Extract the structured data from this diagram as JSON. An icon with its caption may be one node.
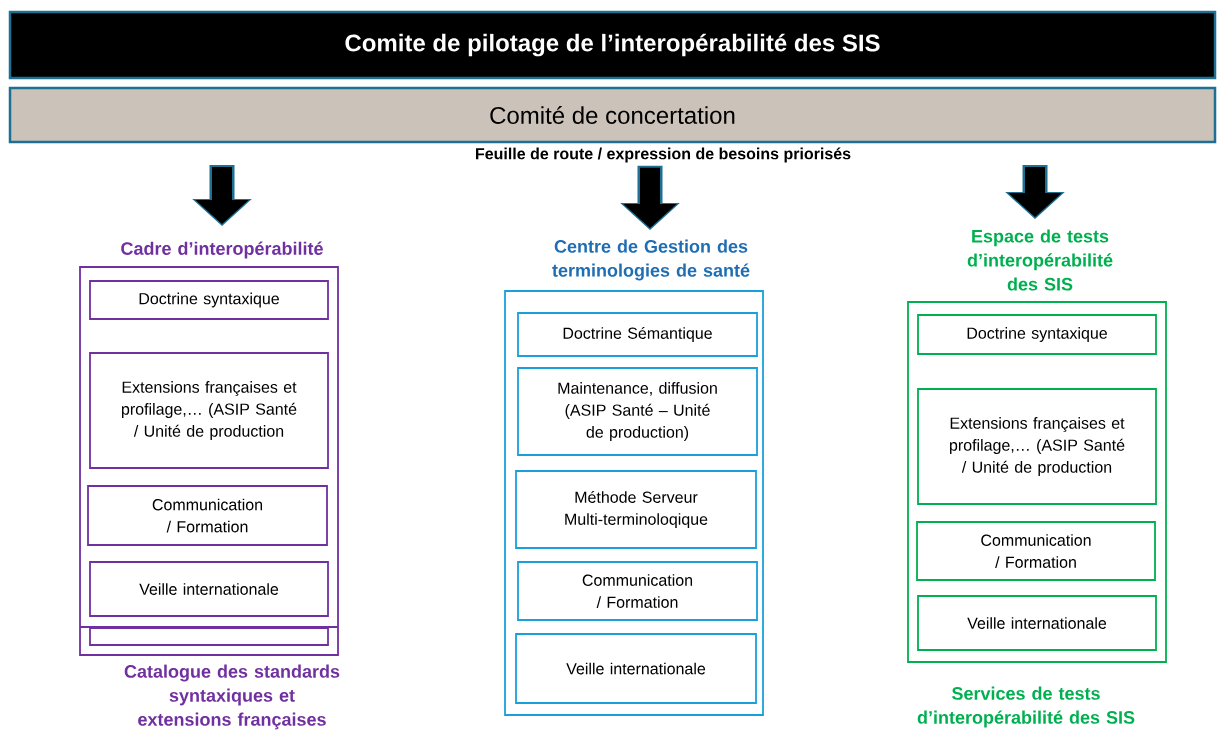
{
  "diagram": {
    "nodes": [
      {
        "text": [
          "Comite de pilotage de l’interopérabilité des SIS"
        ]
      },
      {
        "text": [
          "Comité de concertation"
        ]
      },
      {
        "text": [
          "Feuille de route / expression de besoins priorisés"
        ]
      },
      {
        "text": [
          "Cadre d’interopérabilité"
        ],
        "beside": [
          "Catalogue des standards syntaxiques et extensions françaises"
        ]
      },
      {
        "text": [
          "Doctrine syntaxique"
        ],
        "in": 3
      },
      {
        "text": [
          "Extensions françaises et profilage,… (ASIP Santé / Unité de production"
        ],
        "in": 3
      },
      {
        "text": [
          "Communication / Formation"
        ],
        "in": 3
      },
      {
        "text": [
          "Veille internationale"
        ],
        "in": 3
      },
      {
        "text": [],
        "shape": "box",
        "in": 3
      },
      {
        "text": [
          "Centre de Gestion des terminologies de santé"
        ]
      },
      {
        "text": [
          "Doctrine Sémantique"
        ],
        "in": 9
      },
      {
        "text": [
          "Maintenance, diffusion (ASIP Santé – Unité de production)"
        ],
        "in": 9
      },
      {
        "text": [
          "Méthode Serveur Multi-terminoloqique"
        ],
        "in": 9
      },
      {
        "text": [
          "Communication / Formation"
        ],
        "in": 9
      },
      {
        "text": [
          "Veille internationale"
        ],
        "in": 9
      },
      {
        "text": [
          "Espace de tests d’interopérabilité des SIS"
        ],
        "beside": [
          "Services de tests d’interopérabilité des SIS"
        ]
      },
      {
        "text": [
          "Doctrine syntaxique"
        ],
        "in": 15
      },
      {
        "text": [
          "Extensions françaises et profilage,… (ASIP Santé / Unité de production"
        ],
        "in": 15
      },
      {
        "text": [
          "Communication / Formation"
        ],
        "in": 15
      },
      {
        "text": [
          "Veille internationale"
        ],
        "in": 15
      }
    ],
    "edges": [
      {
        "from": null,
        "to": 3,
        "arrow": "to"
      },
      {
        "from": 2,
        "to": 9,
        "arrow": "to"
      },
      {
        "from": null,
        "to": 15,
        "arrow": "to"
      }
    ]
  }
}
